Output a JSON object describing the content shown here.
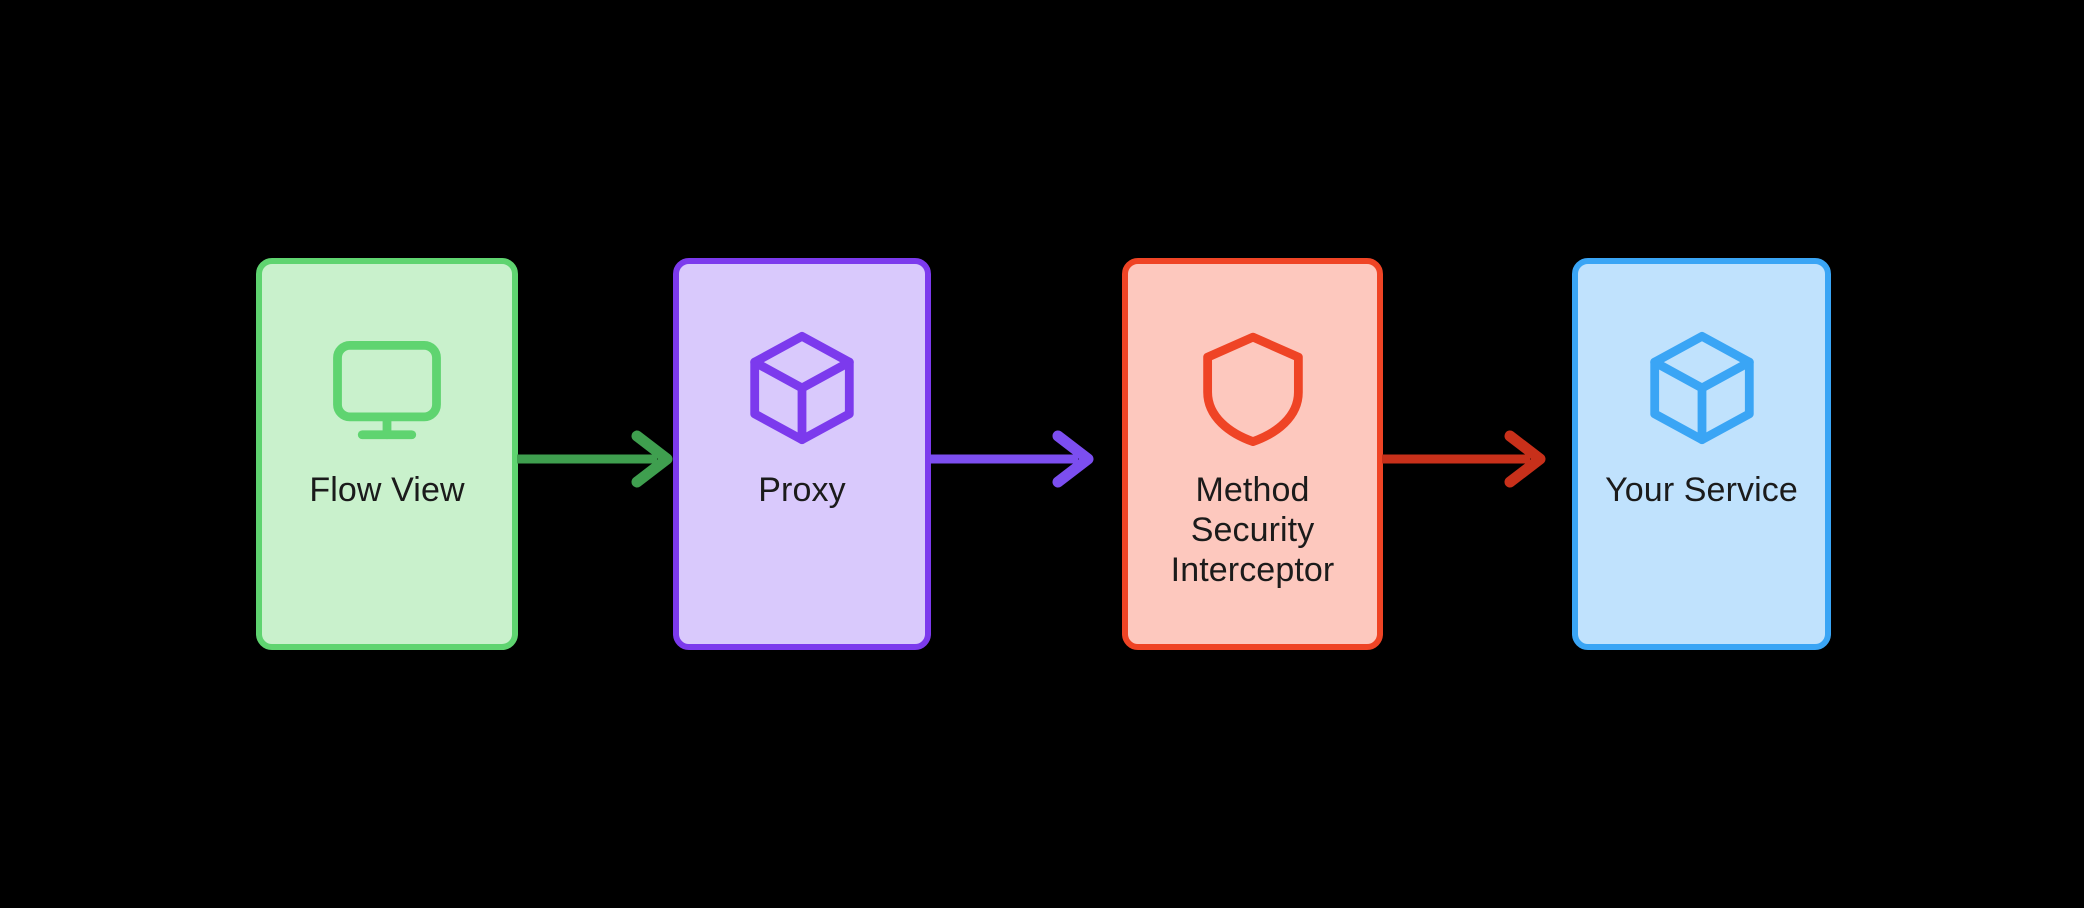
{
  "diagram": {
    "background_color": "#000000",
    "title": "",
    "nodes": [
      {
        "id": "flow-view",
        "label": "Flow View",
        "icon": "monitor-icon",
        "fill_color": "#c9f1cc",
        "border_color": "#5fd470",
        "text_color": "#1b1b1b"
      },
      {
        "id": "proxy",
        "label": "Proxy",
        "icon": "cube-icon",
        "fill_color": "#d9c9fc",
        "border_color": "#7c3aed",
        "text_color": "#1b1b1b"
      },
      {
        "id": "method-security-interceptor",
        "label": "Method\nSecurity\nInterceptor",
        "icon": "shield-icon",
        "fill_color": "#fdc8be",
        "border_color": "#ef4425",
        "text_color": "#1b1b1b"
      },
      {
        "id": "your-service",
        "label": "Your Service",
        "icon": "cube-icon",
        "fill_color": "#c0e2fd",
        "border_color": "#3aa5f5",
        "text_color": "#1b1b1b"
      }
    ],
    "edges": [
      {
        "id": "flow-view-to-proxy",
        "from": "flow-view",
        "to": "proxy",
        "label": "",
        "color": "#3f9f4f",
        "style": "solid-arrow"
      },
      {
        "id": "proxy-to-method-security-interceptor",
        "from": "proxy",
        "to": "method-security-interceptor",
        "label": "",
        "color": "#7c4ef0",
        "style": "solid-arrow"
      },
      {
        "id": "method-security-interceptor-to-your-service",
        "from": "method-security-interceptor",
        "to": "your-service",
        "label": "",
        "color": "#c8301a",
        "style": "solid-arrow"
      }
    ]
  }
}
